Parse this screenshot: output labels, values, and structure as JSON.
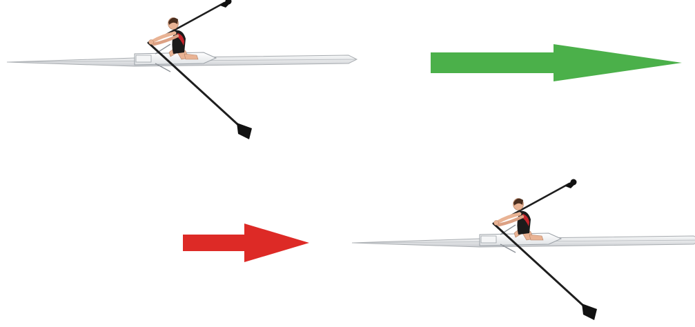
{
  "scene": {
    "background_color": "#ffffff",
    "panels": [
      {
        "id": "top",
        "content": "rower-then-arrow",
        "arrow_color": "#4bb04a",
        "arrow_meaning": "large-arrow"
      },
      {
        "id": "bottom",
        "content": "arrow-then-rower",
        "arrow_color": "#dd2a26",
        "arrow_meaning": "small-arrow"
      }
    ],
    "colors": {
      "boat_hull": "#e4e6e8",
      "boat_outline": "#a8acb0",
      "oar_shaft": "#1e1e1e",
      "oar_blade": "#111111",
      "skin": "#e9b394",
      "hair": "#4a2e1e",
      "singlet": "#1b1b1b",
      "singlet_stripe": "#c4242b"
    }
  }
}
